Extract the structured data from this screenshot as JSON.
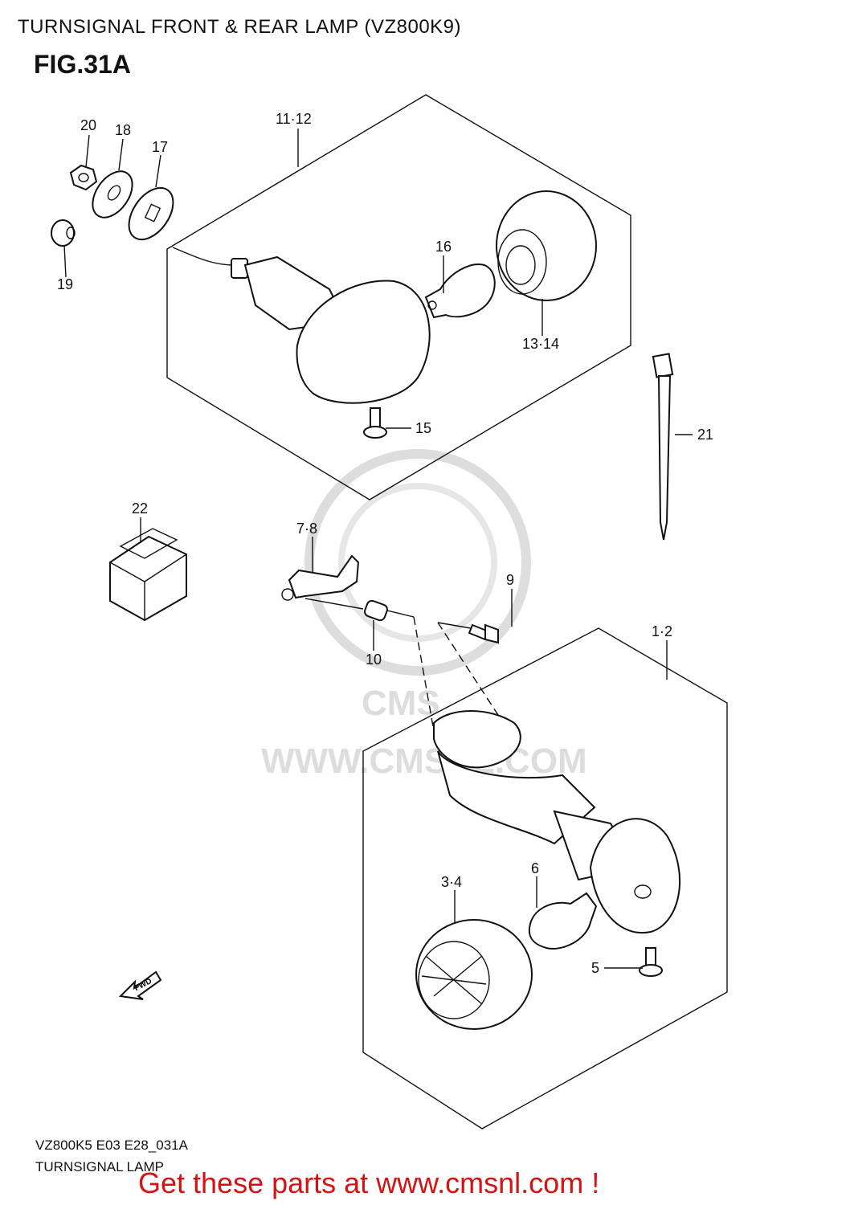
{
  "header": {
    "title": "TURNSIGNAL FRONT & REAR LAMP (VZ800K9)",
    "figure": "FIG.31A"
  },
  "callouts": {
    "c20": "20",
    "c18": "18",
    "c17": "17",
    "c19": "19",
    "c11_12": "11·12",
    "c16": "16",
    "c13_14": "13·14",
    "c15": "15",
    "c21": "21",
    "c22": "22",
    "c7_8": "7·8",
    "c9": "9",
    "c10": "10",
    "c1_2": "1·2",
    "c3_4": "3·4",
    "c6": "6",
    "c5": "5"
  },
  "fwd_label": "FWD",
  "watermark": {
    "text": "WWW.CMSNL.COM",
    "logo": "CMS"
  },
  "footer": {
    "code": "VZ800K5 E03 E28_031A",
    "name": "TURNSIGNAL LAMP",
    "promo": "Get these parts at www.cmsnl.com !"
  },
  "colors": {
    "promo": "#d41414",
    "watermark": "#d8d8d8"
  }
}
